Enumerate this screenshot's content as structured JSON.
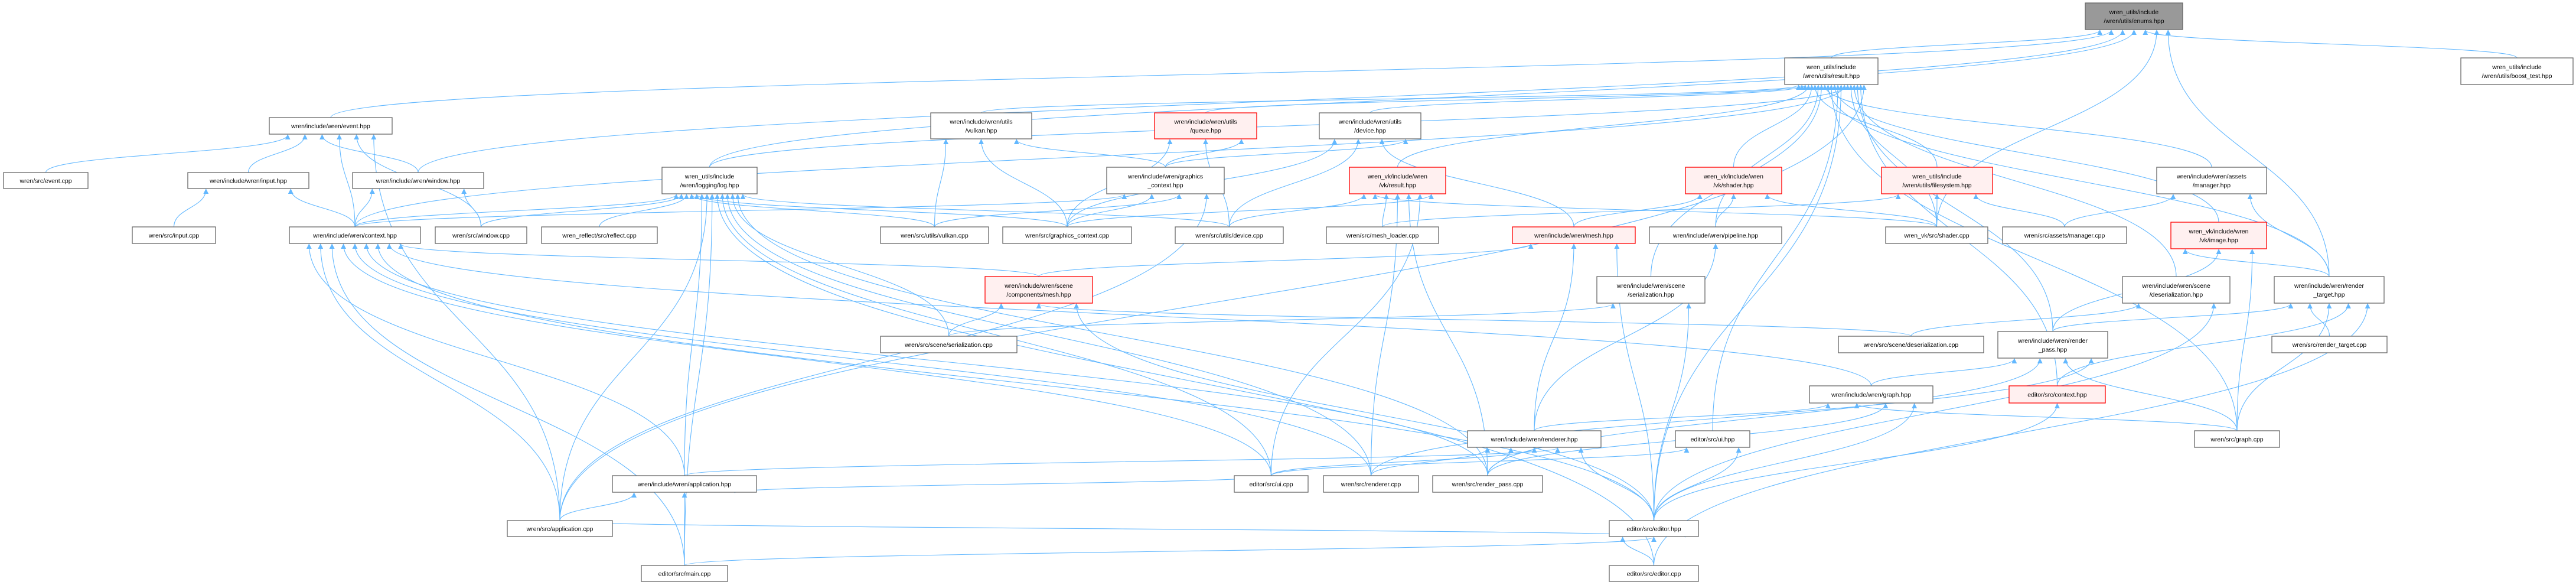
{
  "graph": {
    "colors": {
      "edge": "#63b8ff",
      "node_border": "#666666",
      "highlight_border": "#ff0000",
      "highlight_fill": "#fff0f0",
      "current_fill": "#999999"
    },
    "nodes": [
      {
        "id": "enums",
        "style": "current",
        "lines": [
          "wren_utils/include",
          "/wren/utils/enums.hpp"
        ]
      },
      {
        "id": "result",
        "style": "normal",
        "lines": [
          "wren_utils/include",
          "/wren/utils/result.hpp"
        ]
      },
      {
        "id": "boost",
        "style": "normal",
        "lines": [
          "wren_utils/include",
          "/wren/utils/boost_test.hpp"
        ]
      },
      {
        "id": "event",
        "style": "normal",
        "lines": [
          "wren/include/wren/event.hpp"
        ]
      },
      {
        "id": "vulkan_hpp",
        "style": "normal",
        "lines": [
          "wren/include/wren/utils",
          "/vulkan.hpp"
        ]
      },
      {
        "id": "queue",
        "style": "highlight",
        "lines": [
          "wren/include/wren/utils",
          "/queue.hpp"
        ]
      },
      {
        "id": "device_hpp",
        "style": "normal",
        "lines": [
          "wren/include/wren/utils",
          "/device.hpp"
        ]
      },
      {
        "id": "log",
        "style": "normal",
        "lines": [
          "wren_utils/include",
          "/wren/logging/log.hpp"
        ]
      },
      {
        "id": "gfx_hpp",
        "style": "normal",
        "lines": [
          "wren/include/wren/graphics",
          "_context.hpp"
        ]
      },
      {
        "id": "vk_result",
        "style": "highlight",
        "lines": [
          "wren_vk/include/wren",
          "/vk/result.hpp"
        ]
      },
      {
        "id": "vk_shader",
        "style": "highlight",
        "lines": [
          "wren_vk/include/wren",
          "/vk/shader.hpp"
        ]
      },
      {
        "id": "filesystem",
        "style": "highlight",
        "lines": [
          "wren_utils/include",
          "/wren/utils/filesystem.hpp"
        ]
      },
      {
        "id": "manager_hpp",
        "style": "normal",
        "lines": [
          "wren/include/wren/assets",
          "/manager.hpp"
        ]
      },
      {
        "id": "event_cpp",
        "style": "normal",
        "lines": [
          "wren/src/event.cpp"
        ]
      },
      {
        "id": "input_hpp",
        "style": "normal",
        "lines": [
          "wren/include/wren/input.hpp"
        ]
      },
      {
        "id": "window_hpp",
        "style": "normal",
        "lines": [
          "wren/include/wren/window.hpp"
        ]
      },
      {
        "id": "input_cpp",
        "style": "normal",
        "lines": [
          "wren/src/input.cpp"
        ]
      },
      {
        "id": "context_hpp",
        "style": "normal",
        "lines": [
          "wren/include/wren/context.hpp"
        ]
      },
      {
        "id": "window_cpp",
        "style": "normal",
        "lines": [
          "wren/src/window.cpp"
        ]
      },
      {
        "id": "reflect_cpp",
        "style": "normal",
        "lines": [
          "wren_reflect/src/reflect.cpp"
        ]
      },
      {
        "id": "vulkan_cpp",
        "style": "normal",
        "lines": [
          "wren/src/utils/vulkan.cpp"
        ]
      },
      {
        "id": "gfx_cpp",
        "style": "normal",
        "lines": [
          "wren/src/graphics_context.cpp"
        ]
      },
      {
        "id": "device_cpp",
        "style": "normal",
        "lines": [
          "wren/src/utils/device.cpp"
        ]
      },
      {
        "id": "mesh_loader",
        "style": "normal",
        "lines": [
          "wren/src/mesh_loader.cpp"
        ]
      },
      {
        "id": "mesh_hpp",
        "style": "highlight",
        "lines": [
          "wren/include/wren/mesh.hpp"
        ]
      },
      {
        "id": "pipeline",
        "style": "normal",
        "lines": [
          "wren/include/wren/pipeline.hpp"
        ]
      },
      {
        "id": "shader_cpp",
        "style": "normal",
        "lines": [
          "wren_vk/src/shader.cpp"
        ]
      },
      {
        "id": "manager_cpp",
        "style": "normal",
        "lines": [
          "wren/src/assets/manager.cpp"
        ]
      },
      {
        "id": "image_hpp",
        "style": "highlight",
        "lines": [
          "wren_vk/include/wren",
          "/vk/image.hpp"
        ]
      },
      {
        "id": "comp_mesh",
        "style": "highlight",
        "lines": [
          "wren/include/wren/scene",
          "/components/mesh.hpp"
        ]
      },
      {
        "id": "serialization_hpp",
        "style": "normal",
        "lines": [
          "wren/include/wren/scene",
          "/serialization.hpp"
        ]
      },
      {
        "id": "deserialization_hpp",
        "style": "normal",
        "lines": [
          "wren/include/wren/scene",
          "/deserialization.hpp"
        ]
      },
      {
        "id": "render_target_hpp",
        "style": "normal",
        "lines": [
          "wren/include/wren/render",
          "_target.hpp"
        ]
      },
      {
        "id": "serialization_cpp",
        "style": "normal",
        "lines": [
          "wren/src/scene/serialization.cpp"
        ]
      },
      {
        "id": "deserialization_cpp",
        "style": "normal",
        "lines": [
          "wren/src/scene/deserialization.cpp"
        ]
      },
      {
        "id": "render_pass_hpp",
        "style": "normal",
        "lines": [
          "wren/include/wren/render",
          "_pass.hpp"
        ]
      },
      {
        "id": "render_target_cpp",
        "style": "normal",
        "lines": [
          "wren/src/render_target.cpp"
        ]
      },
      {
        "id": "graph_hpp",
        "style": "normal",
        "lines": [
          "wren/include/wren/graph.hpp"
        ]
      },
      {
        "id": "editor_context",
        "style": "highlight",
        "lines": [
          "editor/src/context.hpp"
        ]
      },
      {
        "id": "renderer_hpp",
        "style": "normal",
        "lines": [
          "wren/include/wren/renderer.hpp"
        ]
      },
      {
        "id": "ui_hpp",
        "style": "normal",
        "lines": [
          "editor/src/ui.hpp"
        ]
      },
      {
        "id": "graph_cpp",
        "style": "normal",
        "lines": [
          "wren/src/graph.cpp"
        ]
      },
      {
        "id": "application_hpp",
        "style": "normal",
        "lines": [
          "wren/include/wren/application.hpp"
        ]
      },
      {
        "id": "ui_cpp",
        "style": "normal",
        "lines": [
          "editor/src/ui.cpp"
        ]
      },
      {
        "id": "renderer_cpp",
        "style": "normal",
        "lines": [
          "wren/src/renderer.cpp"
        ]
      },
      {
        "id": "render_pass_cpp",
        "style": "normal",
        "lines": [
          "wren/src/render_pass.cpp"
        ]
      },
      {
        "id": "application_cpp",
        "style": "normal",
        "lines": [
          "wren/src/application.cpp"
        ]
      },
      {
        "id": "editor_hpp",
        "style": "normal",
        "lines": [
          "editor/src/editor.hpp"
        ]
      },
      {
        "id": "main_cpp",
        "style": "normal",
        "lines": [
          "editor/src/main.cpp"
        ]
      },
      {
        "id": "editor_cpp",
        "style": "normal",
        "lines": [
          "editor/src/editor.cpp"
        ]
      }
    ],
    "edges": [
      [
        "result",
        "enums"
      ],
      [
        "event",
        "enums"
      ],
      [
        "window_hpp",
        "enums"
      ],
      [
        "log",
        "enums"
      ],
      [
        "boost",
        "enums"
      ],
      [
        "shader_cpp",
        "enums"
      ],
      [
        "render_target_hpp",
        "enums"
      ],
      [
        "event_cpp",
        "event"
      ],
      [
        "input_hpp",
        "event"
      ],
      [
        "window_hpp",
        "event"
      ],
      [
        "context_hpp",
        "event"
      ],
      [
        "window_cpp",
        "event"
      ],
      [
        "application_cpp",
        "event"
      ],
      [
        "input_cpp",
        "input_hpp"
      ],
      [
        "context_hpp",
        "input_hpp"
      ],
      [
        "context_hpp",
        "window_hpp"
      ],
      [
        "window_cpp",
        "window_hpp"
      ],
      [
        "application_hpp",
        "context_hpp"
      ],
      [
        "application_cpp",
        "context_hpp"
      ],
      [
        "main_cpp",
        "context_hpp"
      ],
      [
        "ui_cpp",
        "context_hpp"
      ],
      [
        "renderer_cpp",
        "context_hpp"
      ],
      [
        "render_pass_cpp",
        "context_hpp"
      ],
      [
        "editor_hpp",
        "context_hpp"
      ],
      [
        "graph_hpp",
        "context_hpp"
      ],
      [
        "comp_mesh",
        "context_hpp"
      ],
      [
        "context_hpp",
        "gfx_hpp"
      ],
      [
        "context_hpp",
        "log"
      ],
      [
        "window_cpp",
        "log"
      ],
      [
        "reflect_cpp",
        "log"
      ],
      [
        "vulkan_cpp",
        "log"
      ],
      [
        "gfx_cpp",
        "log"
      ],
      [
        "application_hpp",
        "log"
      ],
      [
        "application_cpp",
        "log"
      ],
      [
        "main_cpp",
        "log"
      ],
      [
        "editor_cpp",
        "log"
      ],
      [
        "ui_cpp",
        "log"
      ],
      [
        "renderer_cpp",
        "log"
      ],
      [
        "serialization_cpp",
        "log"
      ],
      [
        "render_pass_cpp",
        "log"
      ],
      [
        "device_cpp",
        "log"
      ],
      [
        "vulkan_cpp",
        "vulkan_hpp"
      ],
      [
        "gfx_cpp",
        "vulkan_hpp"
      ],
      [
        "gfx_hpp",
        "vulkan_hpp"
      ],
      [
        "gfx_cpp",
        "queue"
      ],
      [
        "device_cpp",
        "queue"
      ],
      [
        "gfx_hpp",
        "queue"
      ],
      [
        "gfx_cpp",
        "gfx_hpp"
      ],
      [
        "vulkan_cpp",
        "gfx_hpp"
      ],
      [
        "application_cpp",
        "gfx_hpp"
      ],
      [
        "gfx_cpp",
        "device_hpp"
      ],
      [
        "device_cpp",
        "device_hpp"
      ],
      [
        "mesh_hpp",
        "device_hpp"
      ],
      [
        "gfx_hpp",
        "device_hpp"
      ],
      [
        "vulkan_hpp",
        "result"
      ],
      [
        "queue",
        "result"
      ],
      [
        "device_hpp",
        "result"
      ],
      [
        "vk_result",
        "result"
      ],
      [
        "vk_shader",
        "result"
      ],
      [
        "filesystem",
        "result"
      ],
      [
        "pipeline",
        "result"
      ],
      [
        "serialization_hpp",
        "result"
      ],
      [
        "manager_hpp",
        "result"
      ],
      [
        "render_target_hpp",
        "result"
      ],
      [
        "graph_cpp",
        "result"
      ],
      [
        "image_hpp",
        "result"
      ],
      [
        "ui_hpp",
        "result"
      ],
      [
        "editor_hpp",
        "result"
      ],
      [
        "context_hpp",
        "result"
      ],
      [
        "log",
        "result"
      ],
      [
        "shader_cpp",
        "result"
      ],
      [
        "deserialization_hpp",
        "result"
      ],
      [
        "render_pass_hpp",
        "result"
      ],
      [
        "editor_context",
        "result"
      ],
      [
        "application_cpp",
        "result"
      ],
      [
        "device_cpp",
        "vk_result"
      ],
      [
        "shader_cpp",
        "vk_result"
      ],
      [
        "mesh_loader",
        "vk_result"
      ],
      [
        "renderer_cpp",
        "vk_result"
      ],
      [
        "render_pass_cpp",
        "vk_result"
      ],
      [
        "ui_cpp",
        "vk_result"
      ],
      [
        "gfx_cpp",
        "vk_result"
      ],
      [
        "mesh_hpp",
        "vk_shader"
      ],
      [
        "pipeline",
        "vk_shader"
      ],
      [
        "shader_cpp",
        "vk_shader"
      ],
      [
        "mesh_loader",
        "filesystem"
      ],
      [
        "shader_cpp",
        "filesystem"
      ],
      [
        "manager_cpp",
        "filesystem"
      ],
      [
        "manager_cpp",
        "manager_hpp"
      ],
      [
        "render_target_hpp",
        "manager_hpp"
      ],
      [
        "render_target_hpp",
        "image_hpp"
      ],
      [
        "render_pass_hpp",
        "image_hpp"
      ],
      [
        "graph_cpp",
        "image_hpp"
      ],
      [
        "serialization_cpp",
        "comp_mesh"
      ],
      [
        "deserialization_cpp",
        "comp_mesh"
      ],
      [
        "editor_hpp",
        "comp_mesh"
      ],
      [
        "comp_mesh",
        "mesh_hpp"
      ],
      [
        "renderer_hpp",
        "mesh_hpp"
      ],
      [
        "editor_hpp",
        "mesh_hpp"
      ],
      [
        "renderer_hpp",
        "pipeline"
      ],
      [
        "serialization_cpp",
        "serialization_hpp"
      ],
      [
        "editor_hpp",
        "serialization_hpp"
      ],
      [
        "deserialization_cpp",
        "deserialization_hpp"
      ],
      [
        "editor_hpp",
        "deserialization_hpp"
      ],
      [
        "render_pass_hpp",
        "render_target_hpp"
      ],
      [
        "render_target_cpp",
        "render_target_hpp"
      ],
      [
        "graph_cpp",
        "render_target_hpp"
      ],
      [
        "editor_context",
        "render_target_hpp"
      ],
      [
        "editor_cpp",
        "render_target_hpp"
      ],
      [
        "graph_hpp",
        "render_pass_hpp"
      ],
      [
        "render_pass_cpp",
        "render_pass_hpp"
      ],
      [
        "graph_cpp",
        "render_pass_hpp"
      ],
      [
        "renderer_cpp",
        "render_pass_hpp"
      ],
      [
        "renderer_hpp",
        "graph_hpp"
      ],
      [
        "graph_cpp",
        "graph_hpp"
      ],
      [
        "render_pass_cpp",
        "graph_hpp"
      ],
      [
        "editor_hpp",
        "graph_hpp"
      ],
      [
        "renderer_cpp",
        "renderer_hpp"
      ],
      [
        "render_pass_cpp",
        "renderer_hpp"
      ],
      [
        "ui_cpp",
        "renderer_hpp"
      ],
      [
        "application_hpp",
        "renderer_hpp"
      ],
      [
        "editor_hpp",
        "renderer_hpp"
      ],
      [
        "ui_cpp",
        "ui_hpp"
      ],
      [
        "editor_hpp",
        "ui_hpp"
      ],
      [
        "editor_hpp",
        "editor_context"
      ],
      [
        "application_cpp",
        "application_hpp"
      ],
      [
        "main_cpp",
        "application_hpp"
      ],
      [
        "ui_cpp",
        "application_hpp"
      ],
      [
        "editor_cpp",
        "editor_hpp"
      ],
      [
        "main_cpp",
        "editor_hpp"
      ],
      [
        "application_cpp",
        "editor_hpp"
      ]
    ]
  }
}
